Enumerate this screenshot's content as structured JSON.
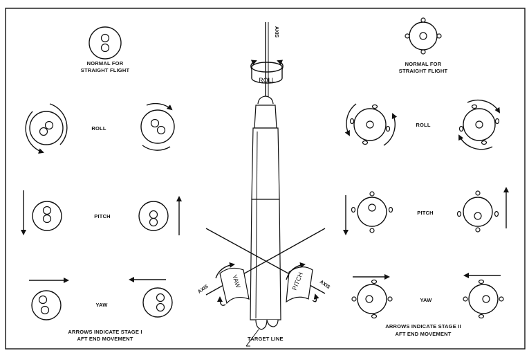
{
  "left_panel": {
    "normal_label_line1": "NORMAL FOR",
    "normal_label_line2": "STRAIGHT FLIGHT",
    "roll_label": "ROLL",
    "pitch_label": "PITCH",
    "yaw_label": "YAW",
    "note_line1": "ARROWS INDICATE STAGE I",
    "note_line2": "AFT END MOVEMENT"
  },
  "right_panel": {
    "normal_label_line1": "NORMAL FOR",
    "normal_label_line2": "STRAIGHT FLIGHT",
    "roll_label": "ROLL",
    "pitch_label": "PITCH",
    "yaw_label": "YAW",
    "note_line1": "ARROWS INDICATE STAGE II",
    "note_line2": "AFT END MOVEMENT"
  },
  "rocket": {
    "top_axis_label": "AXIS",
    "roll_band_label": "ROLL",
    "yaw_band_label": "YAW",
    "yaw_axis_label": "AXIS",
    "pitch_band_label": "PITCH",
    "pitch_axis_label": "AXIS",
    "target_line_label": "TARGET LINE"
  }
}
